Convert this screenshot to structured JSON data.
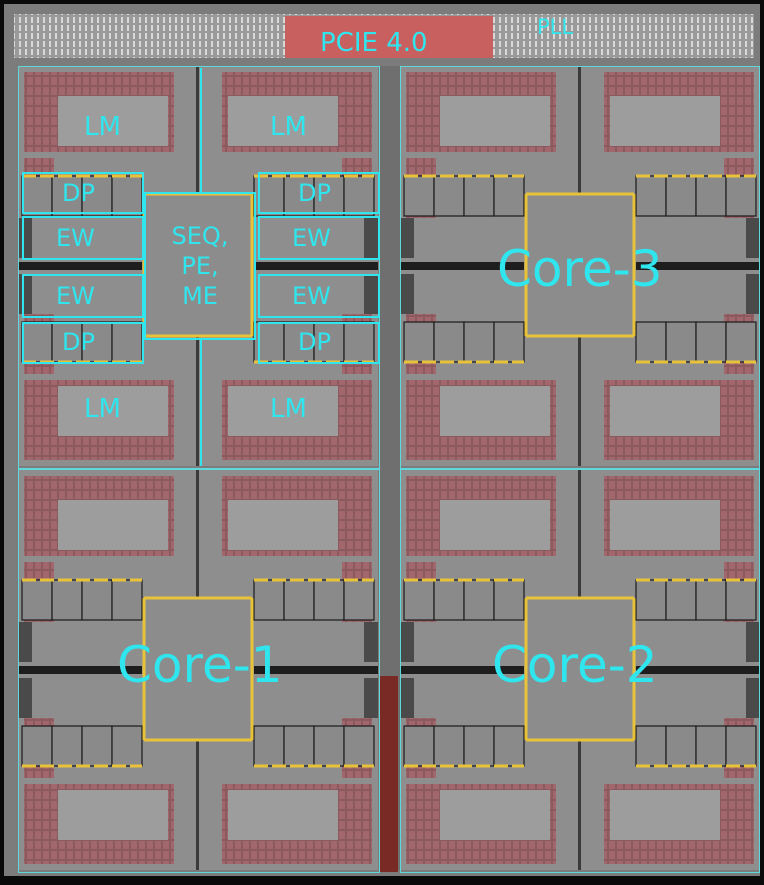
{
  "labels": {
    "pcie": "PCIE 4.0",
    "pll": "PLL",
    "lm": "LM",
    "dp": "DP",
    "ew": "EW",
    "seq_line1": "SEQ,",
    "seq_line2": "PE,",
    "seq_line3": "ME",
    "core1": "Core-1",
    "core2": "Core-2",
    "core3": "Core-3"
  },
  "colors": {
    "annotation": "#2fe6ee",
    "die_grey": "#8c8c8c",
    "memory_red": "#9a5e63",
    "pcie_block": "#c96060",
    "bus_yellow": "#e8c33a"
  }
}
